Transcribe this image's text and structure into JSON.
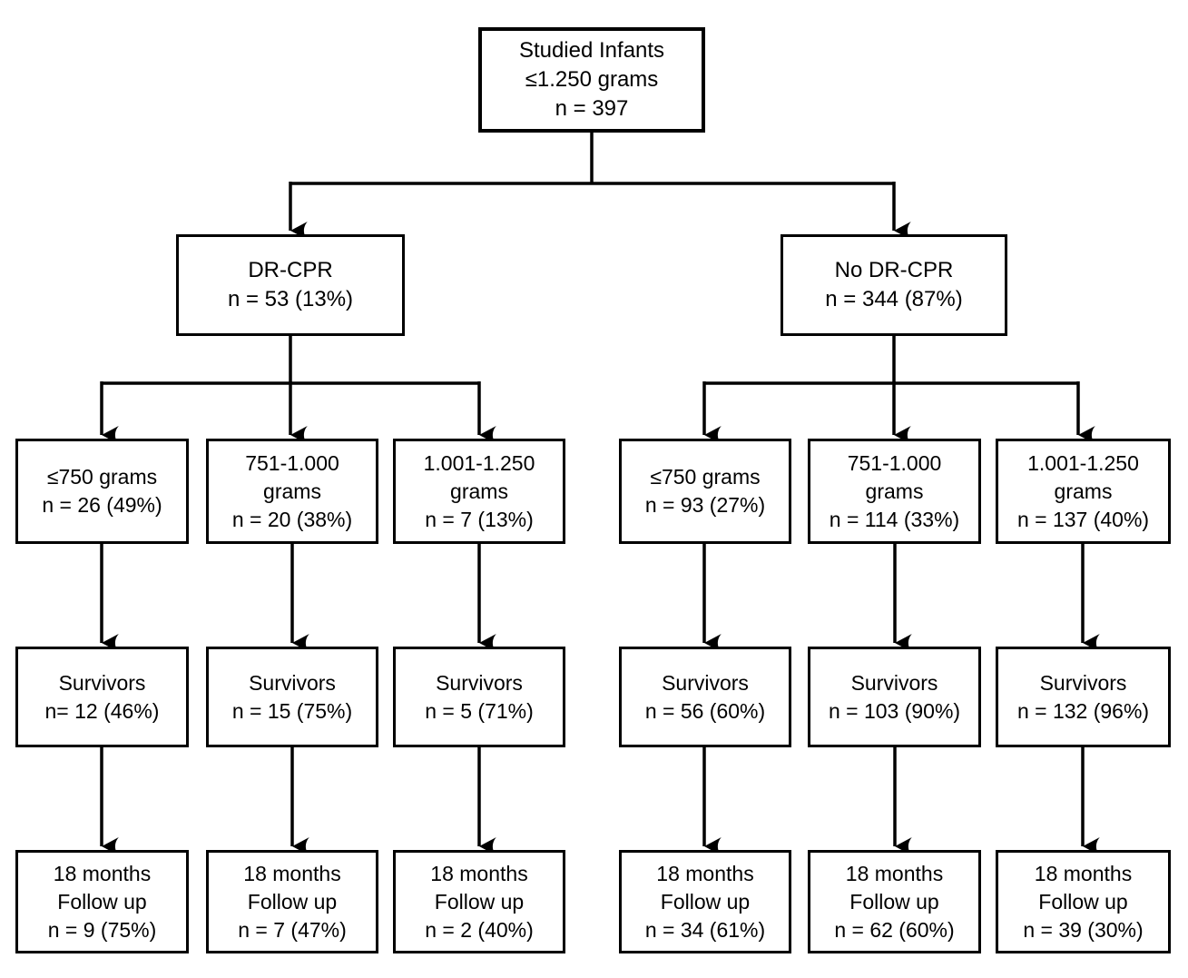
{
  "diagram": {
    "type": "flowchart",
    "background_color": "#ffffff",
    "line_color": "#000000",
    "root": {
      "lines": [
        "Studied Infants",
        "≤1.250 grams",
        "n = 397"
      ]
    },
    "branches": {
      "dr_cpr": {
        "lines": [
          "DR-CPR",
          "n = 53 (13%)"
        ]
      },
      "no_dr_cpr": {
        "lines": [
          "No DR-CPR",
          "n = 344 (87%)"
        ]
      }
    },
    "weights": [
      {
        "lines": [
          "≤750 grams",
          "n = 26 (49%)"
        ]
      },
      {
        "lines": [
          "751-1.000",
          "grams",
          "n = 20 (38%)"
        ]
      },
      {
        "lines": [
          "1.001-1.250",
          "grams",
          "n = 7 (13%)"
        ]
      },
      {
        "lines": [
          "≤750 grams",
          "n = 93 (27%)"
        ]
      },
      {
        "lines": [
          "751-1.000",
          "grams",
          "n = 114 (33%)"
        ]
      },
      {
        "lines": [
          "1.001-1.250",
          "grams",
          "n = 137 (40%)"
        ]
      }
    ],
    "survivors": [
      {
        "lines": [
          "Survivors",
          "n= 12 (46%)"
        ]
      },
      {
        "lines": [
          "Survivors",
          "n = 15 (75%)"
        ]
      },
      {
        "lines": [
          "Survivors",
          "n = 5 (71%)"
        ]
      },
      {
        "lines": [
          "Survivors",
          "n = 56 (60%)"
        ]
      },
      {
        "lines": [
          "Survivors",
          "n = 103 (90%)"
        ]
      },
      {
        "lines": [
          "Survivors",
          "n = 132 (96%)"
        ]
      }
    ],
    "followup": [
      {
        "lines": [
          "18 months",
          "Follow up",
          "n = 9 (75%)"
        ]
      },
      {
        "lines": [
          "18 months",
          "Follow up",
          "n = 7 (47%)"
        ]
      },
      {
        "lines": [
          "18 months",
          "Follow up",
          "n = 2 (40%)"
        ]
      },
      {
        "lines": [
          "18 months",
          "Follow up",
          "n = 34 (61%)"
        ]
      },
      {
        "lines": [
          "18 months",
          "Follow up",
          "n = 62 (60%)"
        ]
      },
      {
        "lines": [
          "18 months",
          "Follow up",
          "n = 39 (30%)"
        ]
      }
    ]
  }
}
